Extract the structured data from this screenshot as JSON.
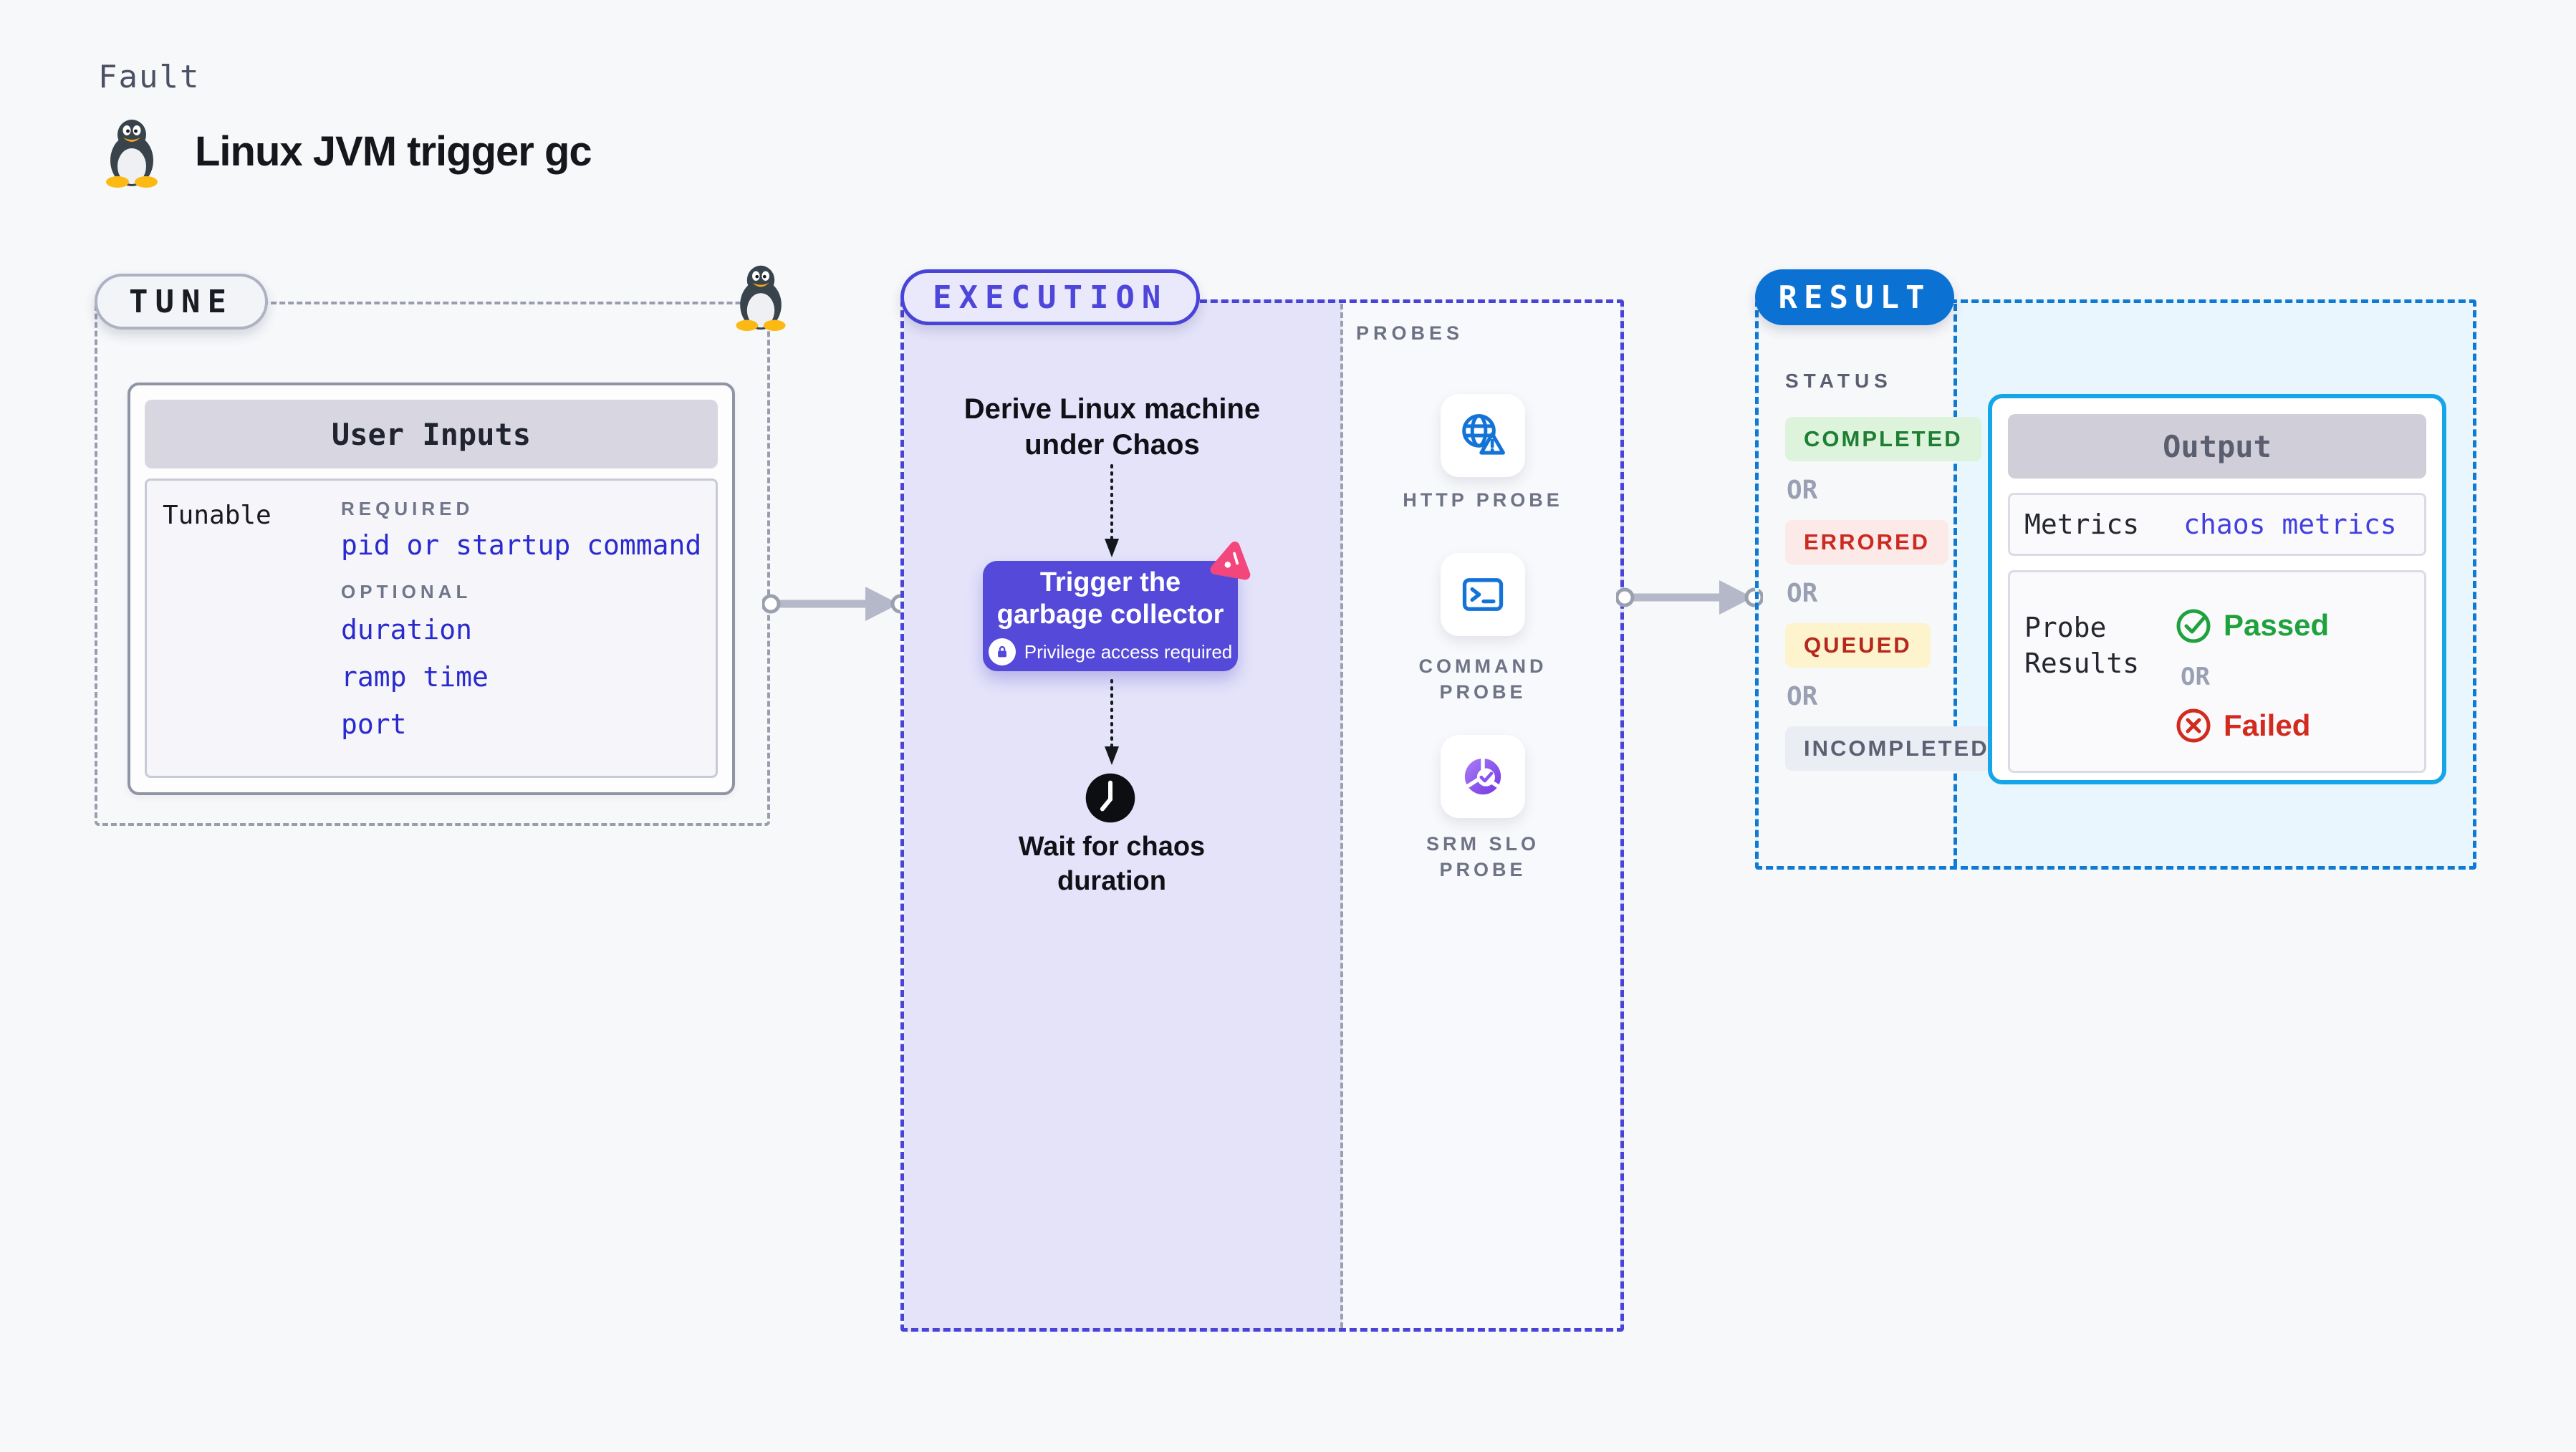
{
  "header": {
    "kicker": "Fault",
    "title": "Linux JVM trigger gc"
  },
  "tune": {
    "badge": "TUNE",
    "card_title": "User Inputs",
    "row_label": "Tunable",
    "required_label": "REQUIRED",
    "required_item": "pid or startup command",
    "optional_label": "OPTIONAL",
    "optional_items": [
      "duration",
      "ramp time",
      "port"
    ]
  },
  "execution": {
    "badge": "EXECUTION",
    "derive_label": "Derive Linux machine under Chaos",
    "action_title": "Trigger the garbage collector",
    "action_note": "Privilege access required",
    "wait_label": "Wait for chaos duration",
    "probes": {
      "label": "PROBES",
      "items": [
        {
          "label": "HTTP PROBE",
          "icon": "globe-alert-icon"
        },
        {
          "label": "COMMAND PROBE",
          "icon": "terminal-icon"
        },
        {
          "label": "SRM SLO PROBE",
          "icon": "slo-donut-icon"
        }
      ]
    }
  },
  "result": {
    "badge": "RESULT",
    "status_label": "STATUS",
    "or_label": "OR",
    "statuses": [
      {
        "label": "COMPLETED",
        "tone": "green"
      },
      {
        "label": "ERRORED",
        "tone": "red"
      },
      {
        "label": "QUEUED",
        "tone": "yellow"
      },
      {
        "label": "INCOMPLETED",
        "tone": "gray"
      }
    ],
    "output": {
      "title": "Output",
      "metrics_label": "Metrics",
      "metrics_value": "chaos metrics",
      "probe_results_label": "Probe Results",
      "passed_label": "Passed",
      "or_label": "OR",
      "failed_label": "Failed"
    }
  },
  "colors": {
    "page_bg": "#f7f8fa",
    "indigo_accent": "#4a43d7",
    "lavender_fill": "#e4e3fa",
    "result_blue": "#0e7ad6",
    "result_fill": "#e9f6fd",
    "output_border": "#15a5e9",
    "button_purple": "#5449d8",
    "link_blue": "#2a2ace",
    "probe_blue": "#1473d6",
    "slo_purple": "#8b52f2",
    "success_green": "#1fa23d",
    "error_red": "#d32a1e",
    "chaos_pink": "#f2467c",
    "arrow_gray": "#b5b8c8"
  }
}
